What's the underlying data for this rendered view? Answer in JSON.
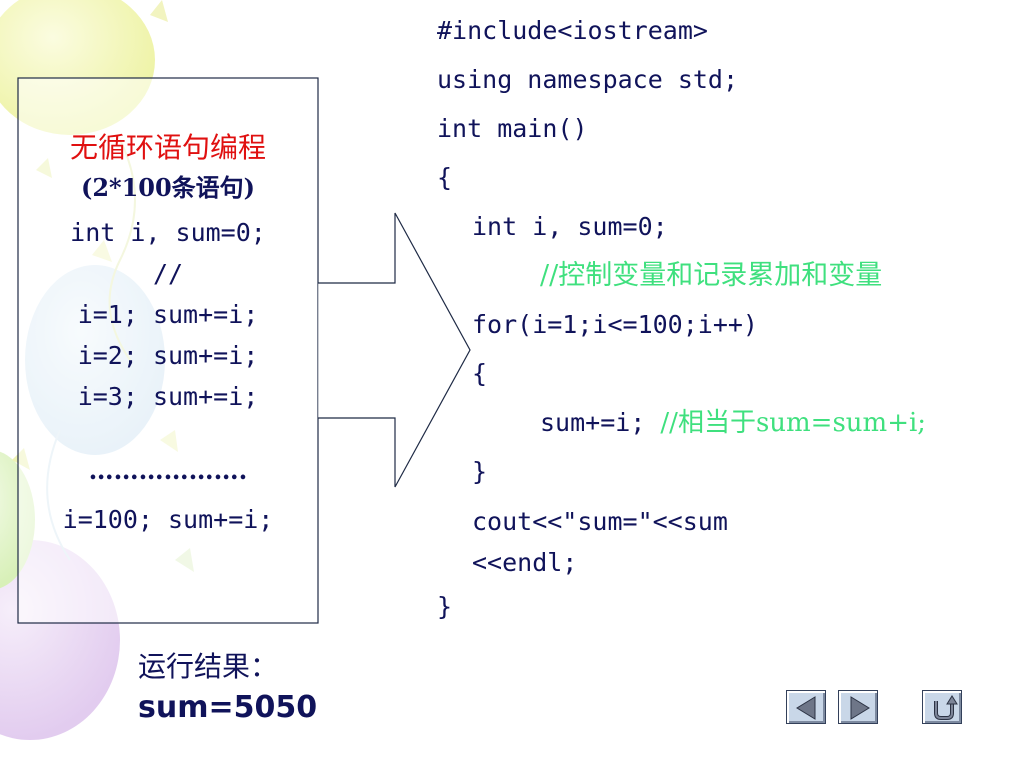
{
  "left_box": {
    "title": "无循环语句编程",
    "subtitle": "(2*100条语句)",
    "lines": [
      "int i, sum=0;",
      "//",
      "i=1; sum+=i;",
      "i=2; sum+=i;",
      "i=3; sum+=i;",
      "……………….",
      "i=100; sum+=i;"
    ]
  },
  "code": {
    "line1": "#include<iostream>",
    "line2": "using namespace std;",
    "line3": "int main()",
    "line4": "{",
    "line5": "int i, sum=0;",
    "line6_comment": "//控制变量和记录累加和变量",
    "line7": "for(i=1;i<=100;i++)",
    "line8": "{",
    "line9_code": "sum+=i; ",
    "line9_comment": "//相当于sum=sum+i;",
    "line10": "}",
    "line11": "cout<<\"sum=\"<<sum",
    "line12": "<<endl;",
    "line13": "}"
  },
  "result": {
    "label": "运行结果：",
    "value": "sum=5050"
  },
  "nav": {
    "prev_icon": "triangle-left-icon",
    "next_icon": "triangle-right-icon",
    "return_icon": "return-arrow-icon"
  },
  "colors": {
    "text": "#10135a",
    "title_red": "#e01010",
    "comment_green": "#3fe07e",
    "button_face": "#c9d7e8"
  }
}
